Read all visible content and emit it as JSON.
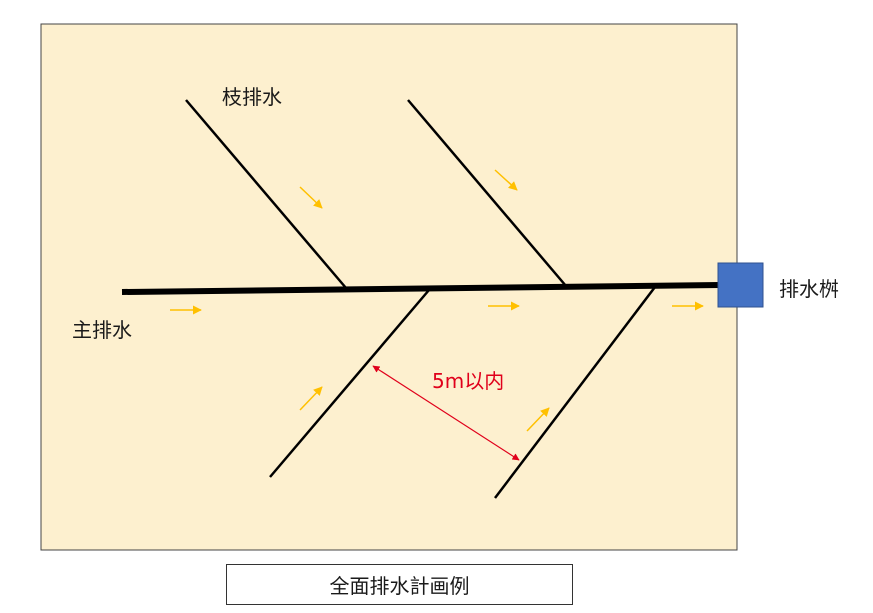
{
  "labels": {
    "branch_drain": "枝排水",
    "main_drain": "主排水",
    "catch_basin": "排水桝",
    "spacing": "5m以内"
  },
  "caption": "全面排水計画例",
  "colors": {
    "area_fill": "#fdf0cf",
    "pipe": "#000000",
    "flow_arrow": "#ffc000",
    "dimension": "#e0001b",
    "basin": "#4472c4"
  }
}
